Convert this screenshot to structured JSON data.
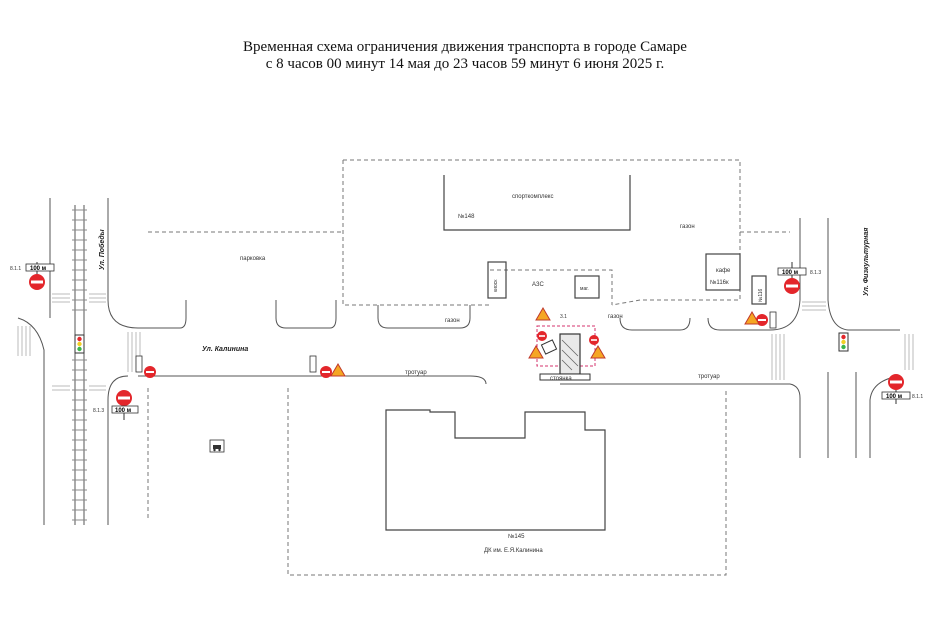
{
  "title": {
    "line1": "Временная схема ограничения движения транспорта в городе Самаре",
    "line2": "с 8 часов 00 минут 14 мая до 23 часов 59 минут 6 июня 2025 г."
  },
  "streets": {
    "pobedy": "Ул. Победы",
    "kalinina": "Ул. Калинина",
    "fizkulturnaya": "Ул. Физкультурная"
  },
  "labels": {
    "parkovka": "парковка",
    "gazon_left": "газон",
    "gazon_right": "газон",
    "gazon_top": "газон",
    "trotuar_left": "тротуар",
    "trotuar_right": "тротуар",
    "stoyanka_bottom": "стоянка",
    "building_top_num": "№148",
    "building_top_name": "спорткомплекс",
    "building_bottom_num": "№145",
    "building_bottom_name": "ДК им. Е.Я.Калинина",
    "cafe": "кафе",
    "cafe_num": "№116к",
    "azs": "АЗС",
    "kiosk1": "киоск",
    "kiosk2": "маг.",
    "kiosk3": "№116"
  },
  "signs": {
    "plate_left_top": "100 м",
    "plate_left_bottom": "100 м",
    "plate_right_top": "100 м",
    "plate_right_bottom": "100 м",
    "code_left_top": "8.1.1",
    "code_left_bottom": "8.1.3",
    "code_right_top": "8.1.3",
    "code_right_bottom": "8.1.1",
    "brick_code": "3.1"
  },
  "colors": {
    "no_entry": "#e3262b",
    "warning_fill": "#f5a623",
    "traffic_light_green": "#3bb54a",
    "traffic_light_red": "#e3262b",
    "traffic_light_yellow": "#f2d024",
    "work_zone": "#d6336c"
  }
}
